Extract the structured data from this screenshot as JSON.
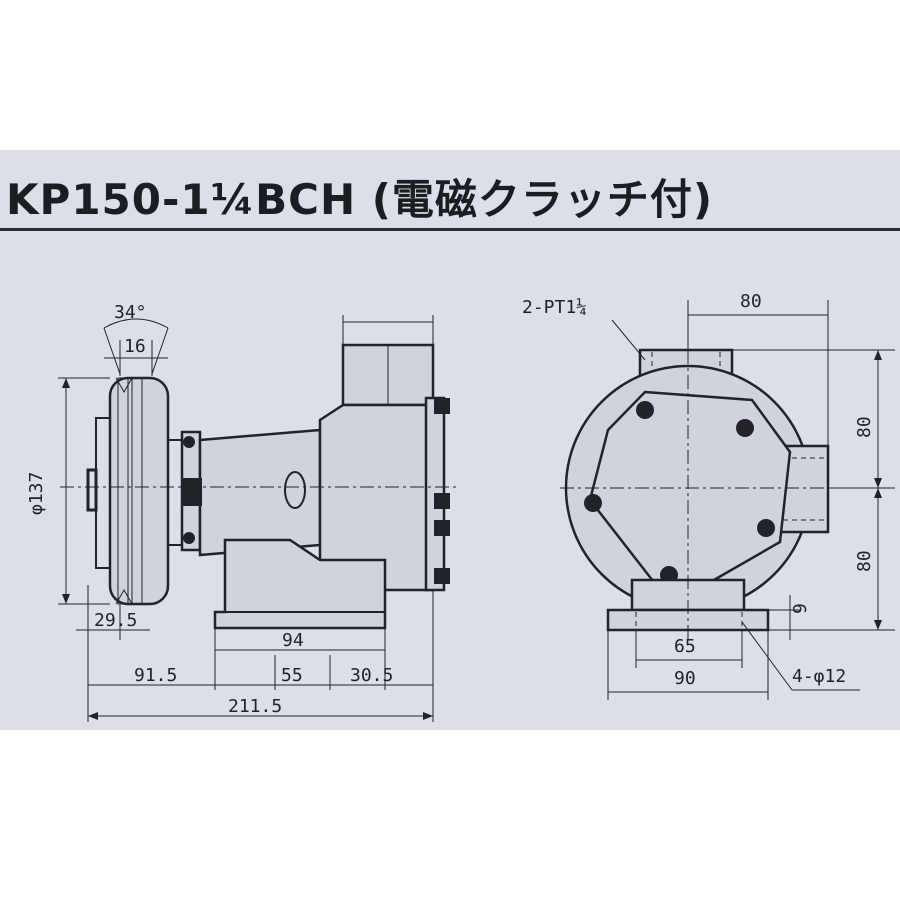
{
  "title": "KP150-1¼BCH (電磁クラッチ付)",
  "side_view": {
    "dims": {
      "angle": "34°",
      "groove": "16",
      "pulley_dia": "φ137",
      "offset": "29.5",
      "foot_length": "94",
      "left_to_foot": "91.5",
      "foot_pitch": "55",
      "foot_to_flange": "30.5",
      "overall": "211.5"
    }
  },
  "front_view": {
    "dims": {
      "ports": "2-PT1¼",
      "port_offset": "80",
      "upper_height": "80",
      "lower_height": "80",
      "foot_thickness": "9",
      "bolt_pitch": "65",
      "foot_width": "90",
      "bolt_holes": "4-φ12"
    }
  }
}
